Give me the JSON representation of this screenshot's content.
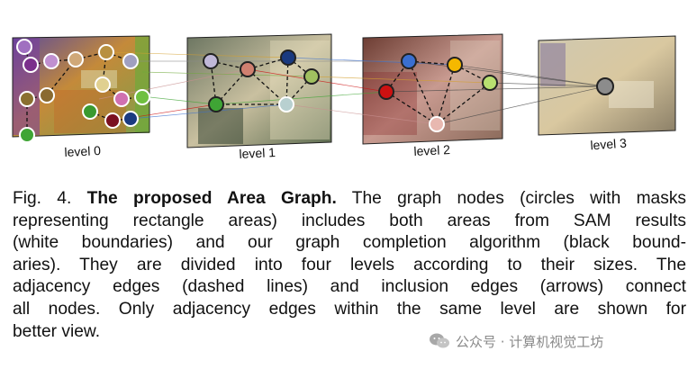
{
  "figure": {
    "levels": [
      {
        "label": "level 0"
      },
      {
        "label": "level 1"
      },
      {
        "label": "level 2"
      },
      {
        "label": "level 3"
      }
    ]
  },
  "caption": {
    "fig_number": "Fig. 4.",
    "title": "The proposed Area Graph.",
    "lines": [
      " The graph nodes (circles with masks",
      "representing rectangle areas) includes both areas from SAM results",
      "(white boundaries) and our graph completion algorithm (black bound-",
      "aries). They are divided into four levels according to their sizes. The",
      "adjacency edges (dashed lines) and inclusion edges (arrows) connect",
      "all nodes. Only adjacency edges within the same level are shown for",
      "better view."
    ]
  },
  "watermark": {
    "text": "公众号 · 计算机视觉工坊"
  },
  "colors": {
    "green": "#3fa535",
    "purple": "#7b2f8c",
    "red": "#cc1111",
    "blue": "#3a6fd0",
    "yellow": "#f5b800",
    "gray": "#8c8c8c"
  }
}
